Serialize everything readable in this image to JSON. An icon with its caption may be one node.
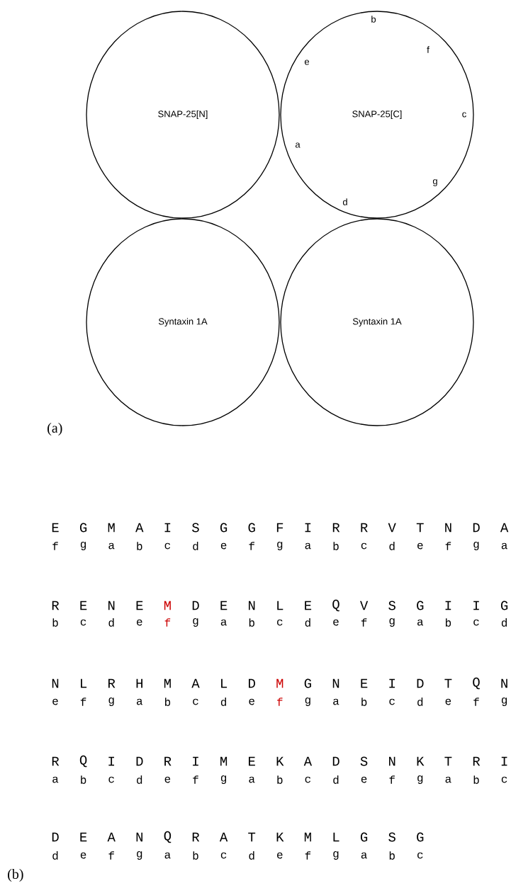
{
  "diagram": {
    "nodes": [
      {
        "text": [
          "SNAP-25[N]"
        ]
      },
      {
        "text": [
          "SNAP-25[C]"
        ]
      },
      {
        "text": [
          "Syntaxin 1A"
        ]
      },
      {
        "text": [
          "Syntaxin 1A"
        ]
      }
    ],
    "labels": [
      "b",
      "f",
      "e",
      "c",
      "a",
      "g",
      "d",
      "(a)",
      "E",
      "G",
      "M",
      "A",
      "I",
      "S",
      "G",
      "G",
      "F",
      "I",
      "R",
      "R",
      "V",
      "T",
      "N",
      "D",
      "A",
      "f",
      "g",
      "a",
      "b",
      "c",
      "d",
      "e",
      "f",
      "g",
      "a",
      "b",
      "c",
      "d",
      "e",
      "f",
      "g",
      "a",
      "R",
      "E",
      "N",
      "E",
      "M",
      "D",
      "E",
      "N",
      "L",
      "E",
      "Q",
      "V",
      "S",
      "G",
      "I",
      "I",
      "G",
      "b",
      "c",
      "d",
      "e",
      "f",
      "g",
      "a",
      "b",
      "c",
      "d",
      "e",
      "f",
      "g",
      "a",
      "b",
      "c",
      "d",
      "N",
      "L",
      "R",
      "H",
      "M",
      "A",
      "L",
      "D",
      "M",
      "G",
      "N",
      "E",
      "I",
      "D",
      "T",
      "Q",
      "N",
      "e",
      "f",
      "g",
      "a",
      "b",
      "c",
      "d",
      "e",
      "f",
      "g",
      "a",
      "b",
      "c",
      "d",
      "e",
      "f",
      "g",
      "R",
      "Q",
      "I",
      "D",
      "R",
      "I",
      "M",
      "E",
      "K",
      "A",
      "D",
      "S",
      "N",
      "K",
      "T",
      "R",
      "I",
      "a",
      "b",
      "c",
      "d",
      "e",
      "f",
      "g",
      "a",
      "b",
      "c",
      "d",
      "e",
      "f",
      "g",
      "a",
      "b",
      "c",
      "D",
      "E",
      "A",
      "N",
      "Q",
      "R",
      "A",
      "T",
      "K",
      "M",
      "L",
      "G",
      "S",
      "G",
      "d",
      "e",
      "f",
      "g",
      "a",
      "b",
      "c",
      "d",
      "e",
      "f",
      "g",
      "a",
      "b",
      "c",
      "(b)"
    ]
  }
}
